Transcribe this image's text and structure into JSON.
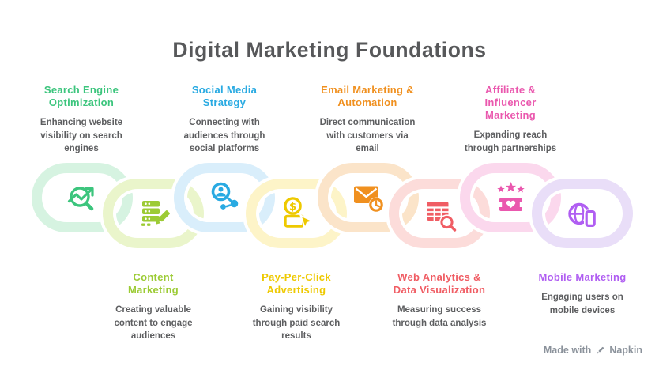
{
  "title": "Digital Marketing Foundations",
  "colors": {
    "title_text": "#57585a",
    "body_text": "#5d5e60",
    "background": "#ffffff",
    "footer_text": "#8b929b"
  },
  "items": [
    {
      "id": "seo",
      "heading": "Search Engine\nOptimization",
      "description": "Enhancing website\nvisibility on search\nengines",
      "accent": "#3cc57d",
      "ring": "#d6f3e1",
      "icon": "trend-magnifier-icon"
    },
    {
      "id": "content-marketing",
      "heading": "Content\nMarketing",
      "description": "Creating valuable\ncontent to engage\naudiences",
      "accent": "#9ccb35",
      "ring": "#eaf5cb",
      "icon": "content-stack-pencil-icon"
    },
    {
      "id": "social-media",
      "heading": "Social Media\nStrategy",
      "description": "Connecting with\naudiences through\nsocial platforms",
      "accent": "#29aae2",
      "ring": "#d9eefb",
      "icon": "audience-network-icon"
    },
    {
      "id": "ppc",
      "heading": "Pay-Per-Click\nAdvertising",
      "description": "Gaining visibility\nthrough paid search\nresults",
      "accent": "#eec900",
      "ring": "#fdf4c8",
      "icon": "coin-click-cursor-icon"
    },
    {
      "id": "email-marketing",
      "heading": "Email Marketing &\nAutomation",
      "description": "Direct communication\nwith customers via\nemail",
      "accent": "#f0901f",
      "ring": "#fbe4c9",
      "icon": "envelope-clock-icon"
    },
    {
      "id": "web-analytics",
      "heading": "Web Analytics &\nData Visualization",
      "description": "Measuring success\nthrough data analysis",
      "accent": "#f05d64",
      "ring": "#fcdcda",
      "icon": "data-table-magnifier-icon"
    },
    {
      "id": "affiliate-influencer",
      "heading": "Affiliate &\nInfluencer\nMarketing",
      "description": "Expanding reach\nthrough partnerships",
      "accent": "#ea58ae",
      "ring": "#fbd8ed",
      "icon": "stars-handshake-icon"
    },
    {
      "id": "mobile-marketing",
      "heading": "Mobile Marketing",
      "description": "Engaging users on\nmobile devices",
      "accent": "#b05ef2",
      "ring": "#e9def8",
      "icon": "globe-phone-icon"
    }
  ],
  "footer": {
    "made_with": "Made with",
    "brand": "Napkin",
    "icon": "napkin-pen-icon"
  }
}
